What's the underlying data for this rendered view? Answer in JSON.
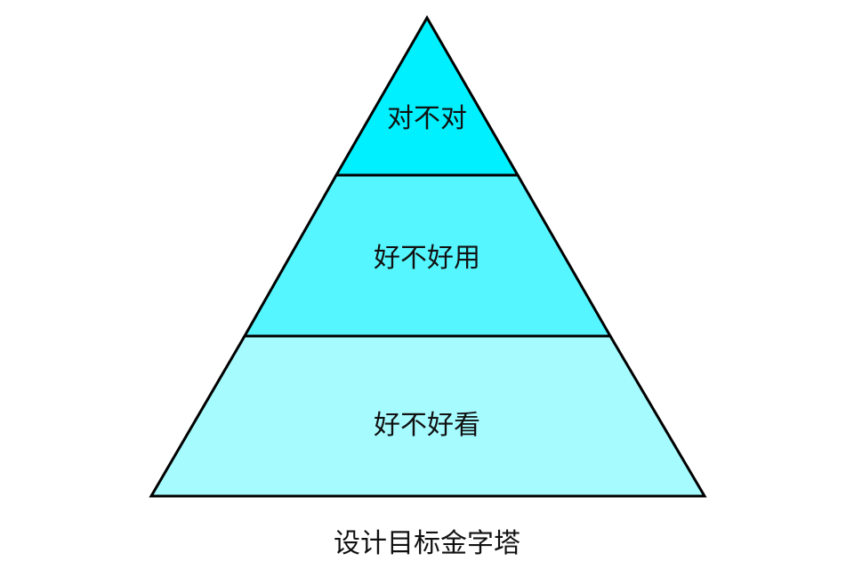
{
  "diagram": {
    "type": "pyramid",
    "caption": "设计目标金字塔",
    "tiers": [
      {
        "label": "对不对",
        "color": "#00f0ff"
      },
      {
        "label": "好不好用",
        "color": "#55f6ff"
      },
      {
        "label": "好不好看",
        "color": "#a6fbff"
      }
    ]
  }
}
